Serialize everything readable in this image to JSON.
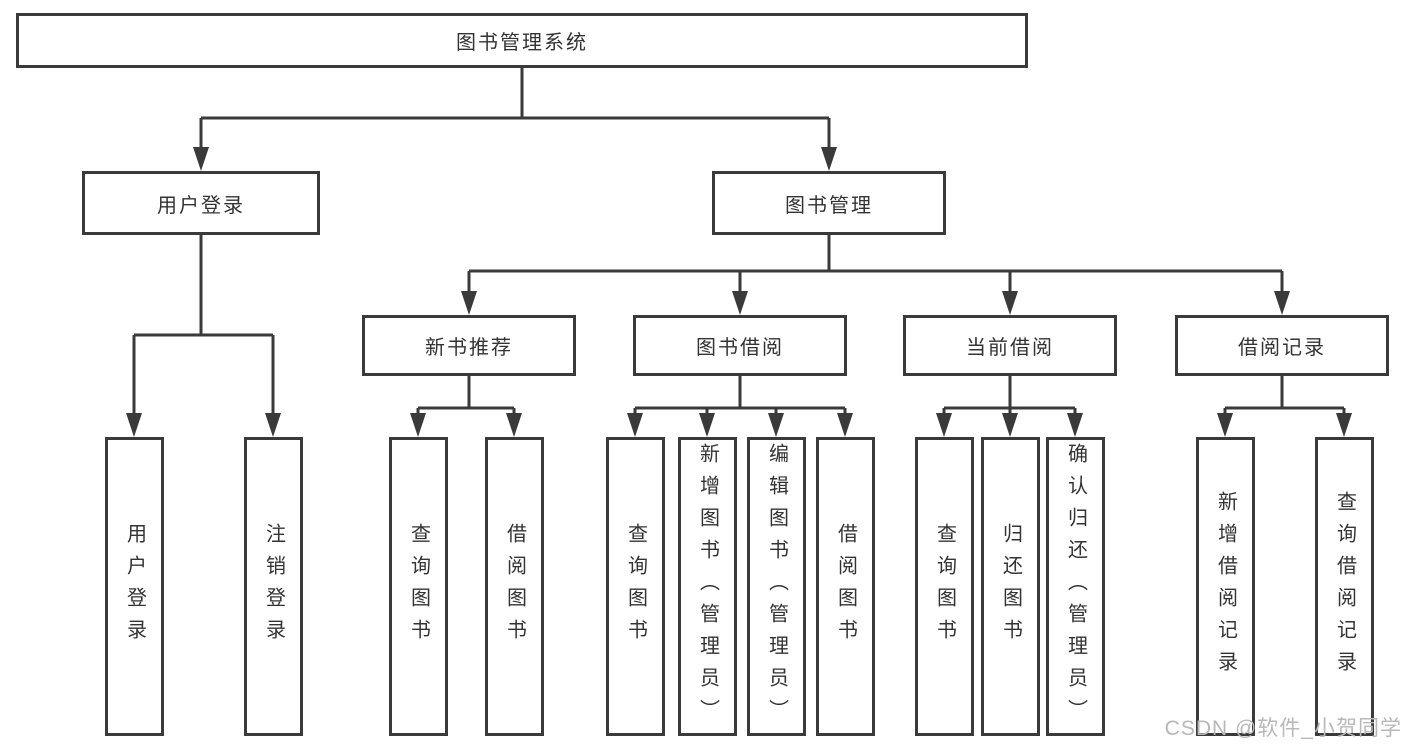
{
  "diagram": {
    "root": {
      "label": "图书管理系统"
    },
    "children": [
      {
        "label": "用户登录",
        "leaves": [
          {
            "label": "用户登录"
          },
          {
            "label": "注销登录"
          }
        ]
      },
      {
        "label": "图书管理",
        "children": [
          {
            "label": "新书推荐",
            "leaves": [
              {
                "label": "查询图书"
              },
              {
                "label": "借阅图书"
              }
            ]
          },
          {
            "label": "图书借阅",
            "leaves": [
              {
                "label": "查询图书"
              },
              {
                "label": "新增图书（管理员）"
              },
              {
                "label": "编辑图书（管理员）"
              },
              {
                "label": "借阅图书"
              }
            ]
          },
          {
            "label": "当前借阅",
            "leaves": [
              {
                "label": "查询图书"
              },
              {
                "label": "归还图书"
              },
              {
                "label": "确认归还（管理员）"
              }
            ]
          },
          {
            "label": "借阅记录",
            "leaves": [
              {
                "label": "新增借阅记录"
              },
              {
                "label": "查询借阅记录"
              }
            ]
          }
        ]
      }
    ]
  },
  "watermark": {
    "text": "CSDN @软件_小贺同学"
  },
  "colors": {
    "line": "#3a3a3a",
    "box_border": "#3a3a3a",
    "box_fill": "#ffffff",
    "text": "#333333",
    "watermark": "#b8b8b8",
    "background": "#ffffff"
  }
}
